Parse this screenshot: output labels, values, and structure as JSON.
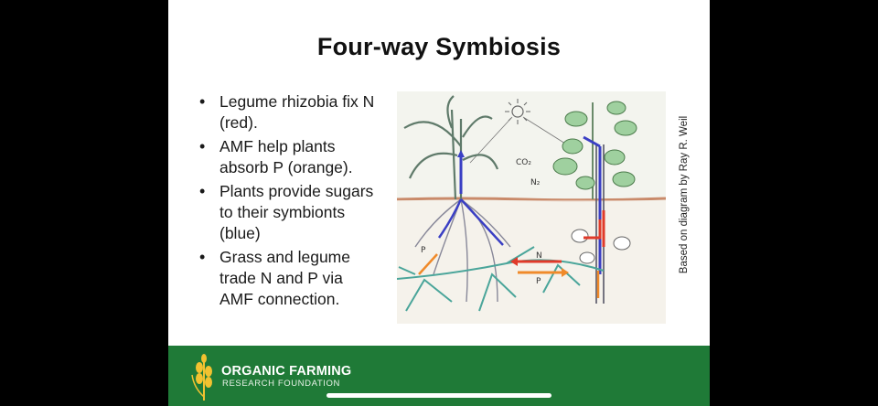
{
  "slide": {
    "title": "Four-way Symbiosis",
    "bullets": [
      "Legume rhizobia fix N (red).",
      "AMF help plants absorb P (orange).",
      "Plants provide sugars to their symbionts (blue)",
      "Grass and legume trade N and P via AMF connection."
    ],
    "credit": "Based on diagram by Ray R. Weil",
    "diagram_labels": {
      "co2": "CO₂",
      "n2": "N₂",
      "n": "N",
      "p": "P",
      "p_left": "P"
    }
  },
  "footer": {
    "org_name": "ORGANIC FARMING",
    "org_sub": "RESEARCH FOUNDATION"
  },
  "colors": {
    "footer_green": "#1f7a37",
    "nitrogen_red": "#e03a2a",
    "phosphorus_orange": "#f08a2a",
    "sugar_blue": "#3a3fc4",
    "amf_teal": "#4aa59a",
    "soil_line": "#c98a6a"
  },
  "icons": {
    "sun": "sun-icon",
    "logo": "wheat-logo-icon"
  }
}
